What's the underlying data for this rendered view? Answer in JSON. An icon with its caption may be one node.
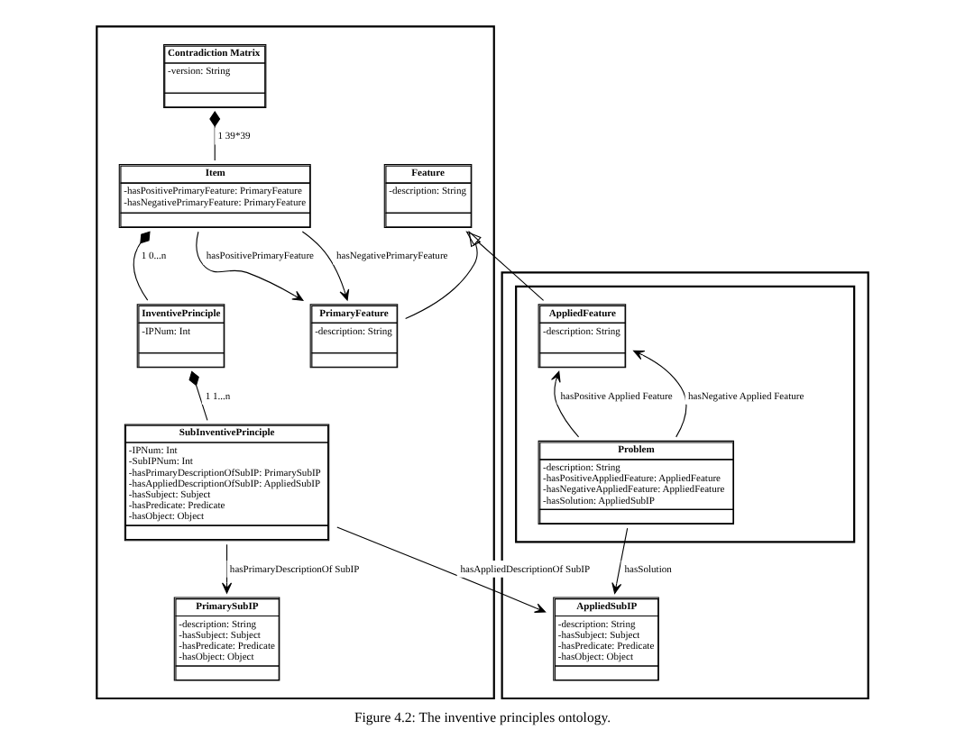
{
  "diagram": {
    "caption": "Figure 4.2: The inventive principles ontology.",
    "nodes": [
      {
        "text": [],
        "shape": "box"
      },
      {
        "text": [
          "Contradiction Matrix",
          "-version: String"
        ],
        "in": 0
      },
      {
        "text": [
          "Feature",
          "-description: String"
        ],
        "in": 0
      },
      {
        "text": [
          "Item",
          "-hasPositivePrimaryFeature: PrimaryFeature",
          "-hasNegativePrimaryFeature: PrimaryFeature"
        ],
        "in": 0
      },
      {
        "text": [
          "PrimaryFeature",
          "-description: String"
        ],
        "in": 0
      },
      {
        "text": [
          "InventivePrinciple",
          "-IPNum: Int"
        ],
        "in": 0
      },
      {
        "text": [
          "PrimarySubIP",
          "-description: String",
          "-hasSubject: Subject",
          "-hasPredicate: Predicate",
          "-hasObject: Object"
        ],
        "in": 0
      },
      {
        "text": [
          "SubInventivePrinciple",
          "-IPNum: Int",
          "-SubIPNum: Int",
          "-hasPrimaryDescriptionOfSubIP: PrimarySubIP",
          "-hasAppliedDescriptionOfSubIP: AppliedSubIP",
          "-hasSubject: Subject",
          "-hasPredicate: Predicate",
          "-hasObject: Object"
        ],
        "in": 0
      },
      {
        "text": [],
        "shape": "box"
      },
      {
        "text": [],
        "shape": "box",
        "in": 8
      },
      {
        "text": [
          "AppliedFeature",
          "-description: String"
        ],
        "in": 9
      },
      {
        "text": [
          "AppliedSubIP",
          "-description: String",
          "-hasSubject: Subject",
          "-hasPredicate: Predicate",
          "-hasObject: Object"
        ],
        "in": 8
      },
      {
        "text": [
          "Problem",
          "-description: String",
          "-hasPositiveAppliedFeature: AppliedFeature",
          "-hasNegativeAppliedFeature: AppliedFeature",
          "-hasSolution: AppliedSubIP"
        ],
        "in": 9
      }
    ],
    "edges": [
      {
        "from": 1,
        "to": 3,
        "arrow": "other",
        "label": "1 39*39"
      },
      {
        "from": 3,
        "to": 4,
        "arrow": "to",
        "label": "hasPositivePrimaryFeature"
      },
      {
        "from": 3,
        "to": 4,
        "arrow": "to",
        "label": "hasNegativePrimaryFeature"
      },
      {
        "from": 4,
        "to": 2,
        "arrow": "to"
      },
      {
        "from": 10,
        "to": 2,
        "arrow": "to"
      },
      {
        "from": 3,
        "to": 5,
        "arrow": "other",
        "label": "1 0...n"
      },
      {
        "from": 5,
        "to": 7,
        "arrow": "other",
        "label": "1 1...n"
      },
      {
        "from": 7,
        "to": 6,
        "arrow": "to",
        "label": "hasPrimaryDescriptionOf SubIP"
      },
      {
        "from": 7,
        "to": 11,
        "arrow": "to",
        "label": "hasAppliedDescriptionOf SubIP"
      },
      {
        "from": 12,
        "to": 11,
        "arrow": "to",
        "label": "hasSolution"
      },
      {
        "from": 12,
        "to": 10,
        "arrow": "to",
        "label": "hasPositive Applied Feature"
      },
      {
        "from": 12,
        "to": 10,
        "arrow": "to",
        "label": "hasNegative Applied Feature"
      }
    ]
  }
}
